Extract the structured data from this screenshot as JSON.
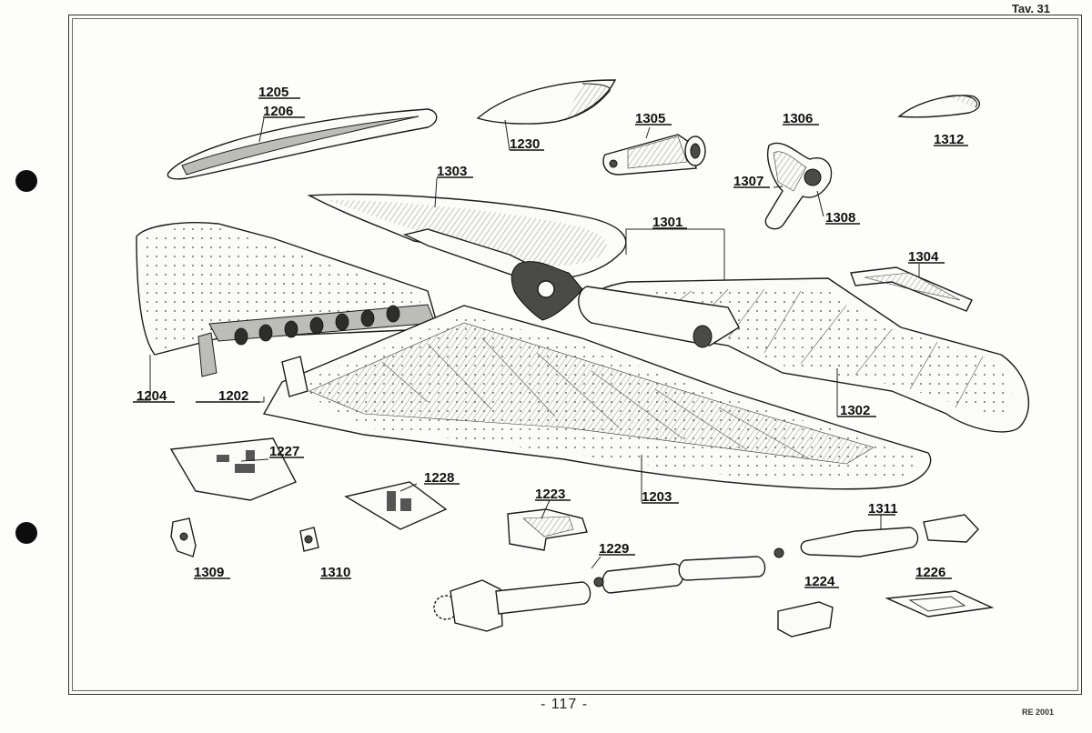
{
  "plate": "Tav. 31",
  "page_number": "- 117 -",
  "doc_code": "RE 2001",
  "parts": [
    {
      "id": "p1205",
      "text": "1205"
    },
    {
      "id": "p1206",
      "text": "1206"
    },
    {
      "id": "p1230",
      "text": "1230"
    },
    {
      "id": "p1305",
      "text": "1305"
    },
    {
      "id": "p1306",
      "text": "1306"
    },
    {
      "id": "p1312",
      "text": "1312"
    },
    {
      "id": "p1303",
      "text": "1303"
    },
    {
      "id": "p1307",
      "text": "1307"
    },
    {
      "id": "p1308",
      "text": "1308"
    },
    {
      "id": "p1301",
      "text": "1301"
    },
    {
      "id": "p1304",
      "text": "1304"
    },
    {
      "id": "p1204",
      "text": "1204"
    },
    {
      "id": "p1202",
      "text": "1202"
    },
    {
      "id": "p1302",
      "text": "1302"
    },
    {
      "id": "p1227",
      "text": "1227"
    },
    {
      "id": "p1228",
      "text": "1228"
    },
    {
      "id": "p1223",
      "text": "1223"
    },
    {
      "id": "p1203",
      "text": "1203"
    },
    {
      "id": "p1311",
      "text": "1311"
    },
    {
      "id": "p1229",
      "text": "1229"
    },
    {
      "id": "p1309",
      "text": "1309"
    },
    {
      "id": "p1310",
      "text": "1310"
    },
    {
      "id": "p1224",
      "text": "1224"
    },
    {
      "id": "p1226",
      "text": "1226"
    }
  ]
}
